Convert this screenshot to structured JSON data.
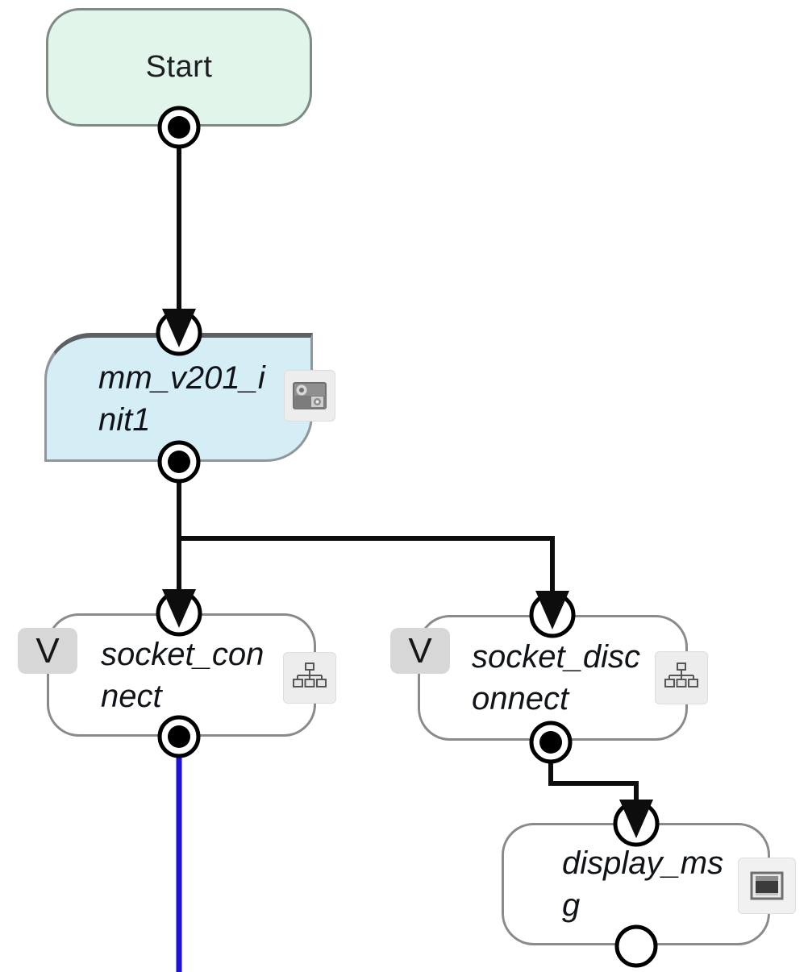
{
  "canvas": {
    "background": "#ffffff",
    "type": "flowchart-program-canvas"
  },
  "nodes": [
    {
      "id": "start",
      "label": "Start",
      "fill": "#e2f5ea",
      "border": "#7e8a84",
      "badge": null,
      "icon": null,
      "out_port": "connected"
    },
    {
      "id": "mm_v201_init1",
      "label": "mm_v201_init1",
      "label_lines": [
        "mm_v201_i",
        "nit1"
      ],
      "fill": "#d5eef6",
      "border": "#8f979b",
      "badge": null,
      "icon": "vision-module-icon",
      "in_port": "arrow",
      "out_port": "connected"
    },
    {
      "id": "socket_connect",
      "label": "socket_connect",
      "label_lines": [
        "socket_con",
        "nect"
      ],
      "fill": "#ffffff",
      "border": "#8a8a8a",
      "badge": "V",
      "icon": "hierarchy-subprogram-icon",
      "in_port": "arrow",
      "out_port": "connected"
    },
    {
      "id": "socket_disconnect",
      "label": "socket_disconnect",
      "label_lines": [
        "socket_disc",
        "onnect"
      ],
      "fill": "#ffffff",
      "border": "#8a8a8a",
      "badge": "V",
      "icon": "hierarchy-subprogram-icon",
      "in_port": "arrow",
      "out_port": "connected"
    },
    {
      "id": "display_msg",
      "label": "display_msg",
      "label_lines": [
        "display_ms",
        "g"
      ],
      "fill": "#ffffff",
      "border": "#8a8a8a",
      "badge": null,
      "icon": "display-window-icon",
      "in_port": "arrow",
      "out_port": "unconnected"
    }
  ],
  "edges": [
    {
      "from": "start",
      "to": "mm_v201_init1",
      "color": "#0d0d0d"
    },
    {
      "from": "mm_v201_init1",
      "to": "socket_connect",
      "color": "#0d0d0d"
    },
    {
      "from": "mm_v201_init1",
      "to": "socket_disconnect",
      "color": "#0d0d0d"
    },
    {
      "from": "socket_disconnect",
      "to": "display_msg",
      "color": "#0d0d0d"
    },
    {
      "from": "socket_connect",
      "to": "offscreen-bottom",
      "color": "#1e12d4"
    }
  ],
  "colors": {
    "edge_black": "#0d0d0d",
    "edge_blue": "#1e12d4",
    "start_fill": "#e2f5ea",
    "init_fill": "#d5eef6",
    "node_border": "#8a8a8a",
    "badge_bg": "#d7d7d7",
    "icon_bg": "#ededed",
    "port_stroke": "#000000"
  }
}
